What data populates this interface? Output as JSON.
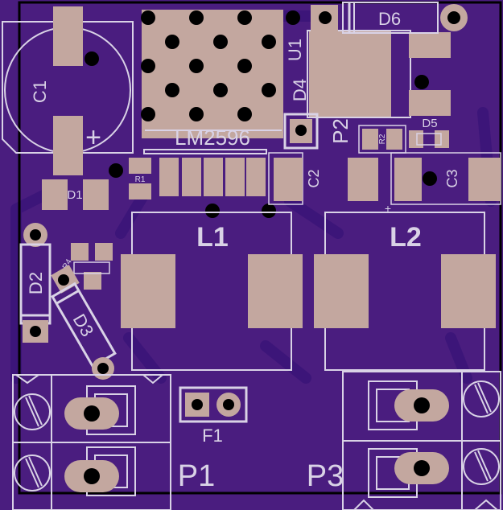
{
  "colors": {
    "board": "#4a1d7f",
    "copper": "#42198a",
    "pad": "#c3a79f",
    "silk": "#d9d2e6",
    "hole": "#000000",
    "outline": "#000000"
  },
  "labels": {
    "c1": "C1",
    "c2": "C2",
    "c3": "C3",
    "d1": "D1",
    "d2": "D2",
    "d3": "D3",
    "d4": "D4",
    "d5": "D5",
    "d6": "D6",
    "u1": "U1",
    "ic": "LM2596",
    "p1": "P1",
    "p2": "P2",
    "p3": "P3",
    "l1": "L1",
    "l2": "L2",
    "f1": "F1",
    "r1": "R1",
    "r2": "R2",
    "r4": "R4",
    "plus_c1": "+",
    "plus_c3": "+"
  }
}
